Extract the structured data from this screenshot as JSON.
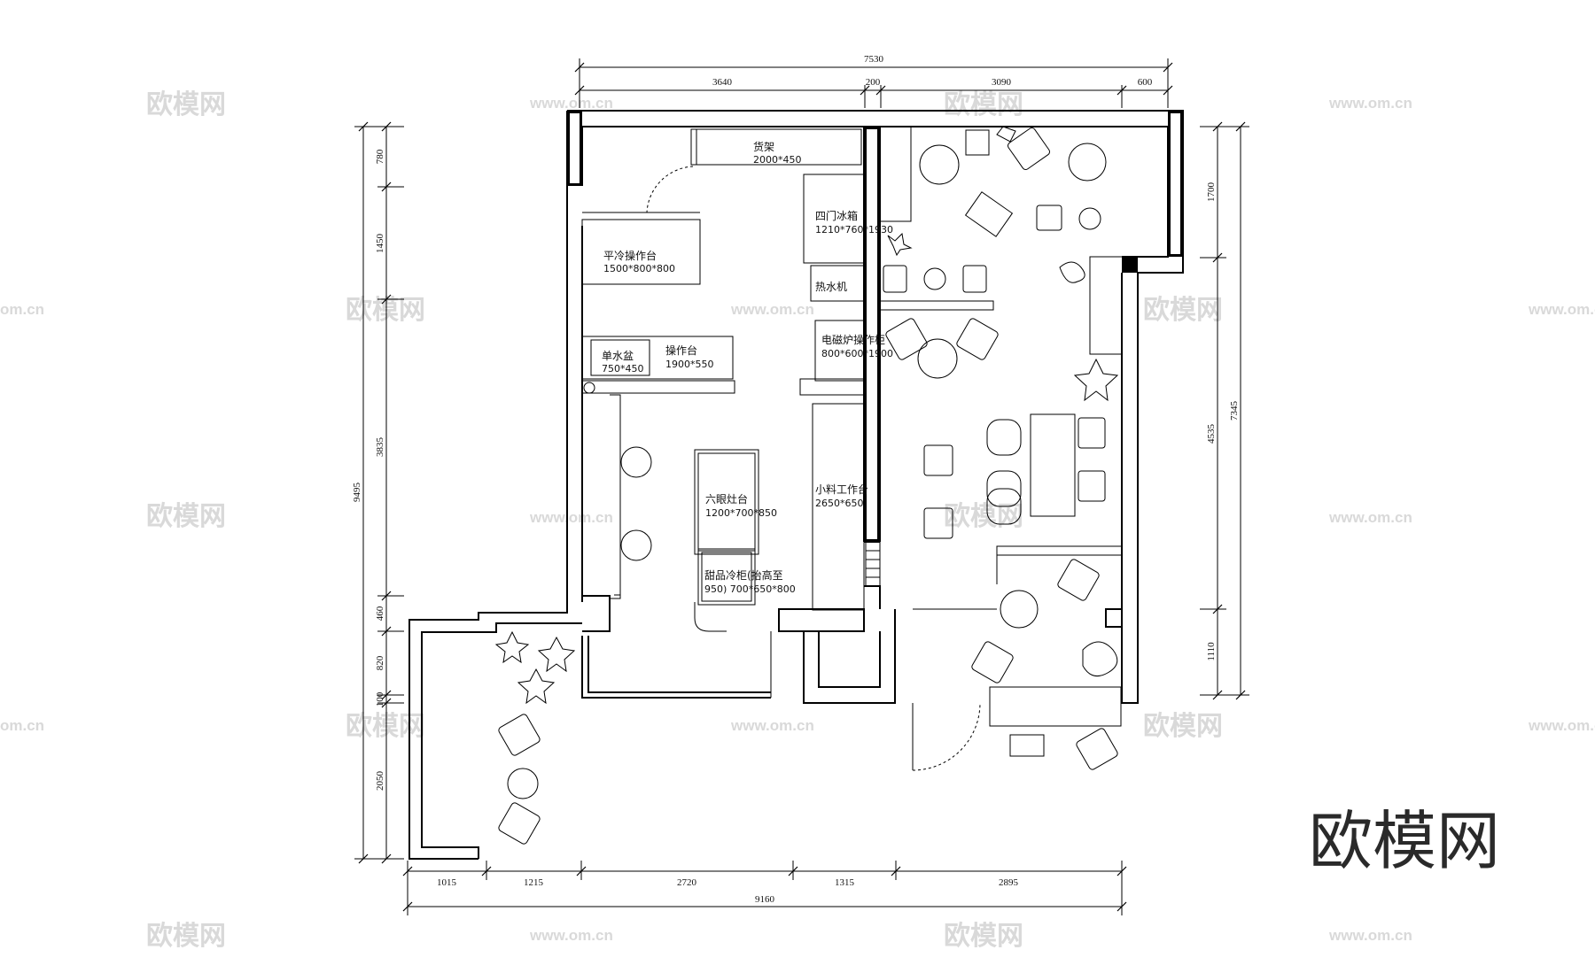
{
  "dimensions": {
    "top_total": "7530",
    "top_segments": [
      "3640",
      "200",
      "3090",
      "600"
    ],
    "bottom_total": "9160",
    "bottom_segments": [
      "1015",
      "1215",
      "2720",
      "1315",
      "2895"
    ],
    "left_total": "9495",
    "left_segments": [
      "780",
      "1450",
      "3835",
      "460",
      "820",
      "100",
      "2050"
    ],
    "right_total": "7345",
    "right_segments": [
      "1700",
      "4535",
      "1110"
    ]
  },
  "equipment": {
    "shelf_name": "货架",
    "shelf_size": "2000*450",
    "fridge_name": "四门冰箱",
    "fridge_size": "1210*760*1930",
    "flat_cold_name": "平冷操作台",
    "flat_cold_size": "1500*800*800",
    "water_heater": "热水机",
    "induction_name": "电磁炉操作柜",
    "induction_size": "800*600*1900",
    "sink_name": "单水盆",
    "sink_size": "750*450",
    "worktop_name": "操作台",
    "worktop_size": "1900*550",
    "stove_name": "六眼灶台",
    "stove_size": "1200*700*850",
    "prep_name": "小料工作台",
    "prep_size": "2650*650",
    "dessert_line1": "甜品冷柜(抬高至",
    "dessert_line2": "950) 700*650*800"
  },
  "watermark": {
    "brand_cn": "欧模网",
    "url": "www.om.cn",
    "url_partial": "om.cn"
  },
  "brand_logo": "欧模网"
}
